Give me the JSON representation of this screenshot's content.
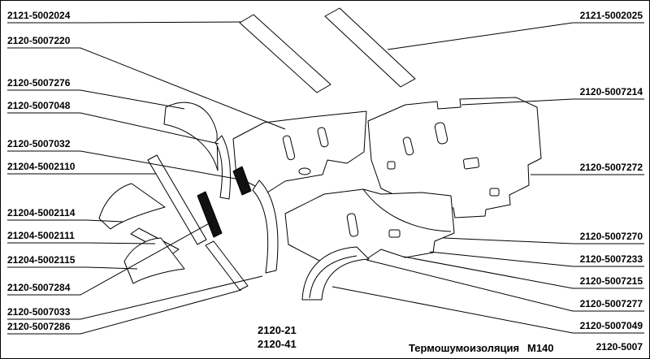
{
  "page": {
    "models_line1": "2120-21",
    "models_line2": "2120-41",
    "caption": "Термошумоизоляция",
    "sheet_code": "М140",
    "corner_code": "2120-5007"
  },
  "labels_left": [
    "2121-5002024",
    "2120-5007220",
    "2120-5007276",
    "2120-5007048",
    "2120-5007032",
    "21204-5002110",
    "21204-5002114",
    "21204-5002111",
    "21204-5002115",
    "2120-5007284",
    "2120-5007033",
    "2120-5007286"
  ],
  "labels_right": [
    "2121-5002025",
    "2120-5007214",
    "2120-5007272",
    "2120-5007270",
    "2120-5007233",
    "2120-5007215",
    "2120-5007277",
    "2120-5007049"
  ],
  "colors": {
    "background": "#ffffff",
    "line": "#000000"
  }
}
